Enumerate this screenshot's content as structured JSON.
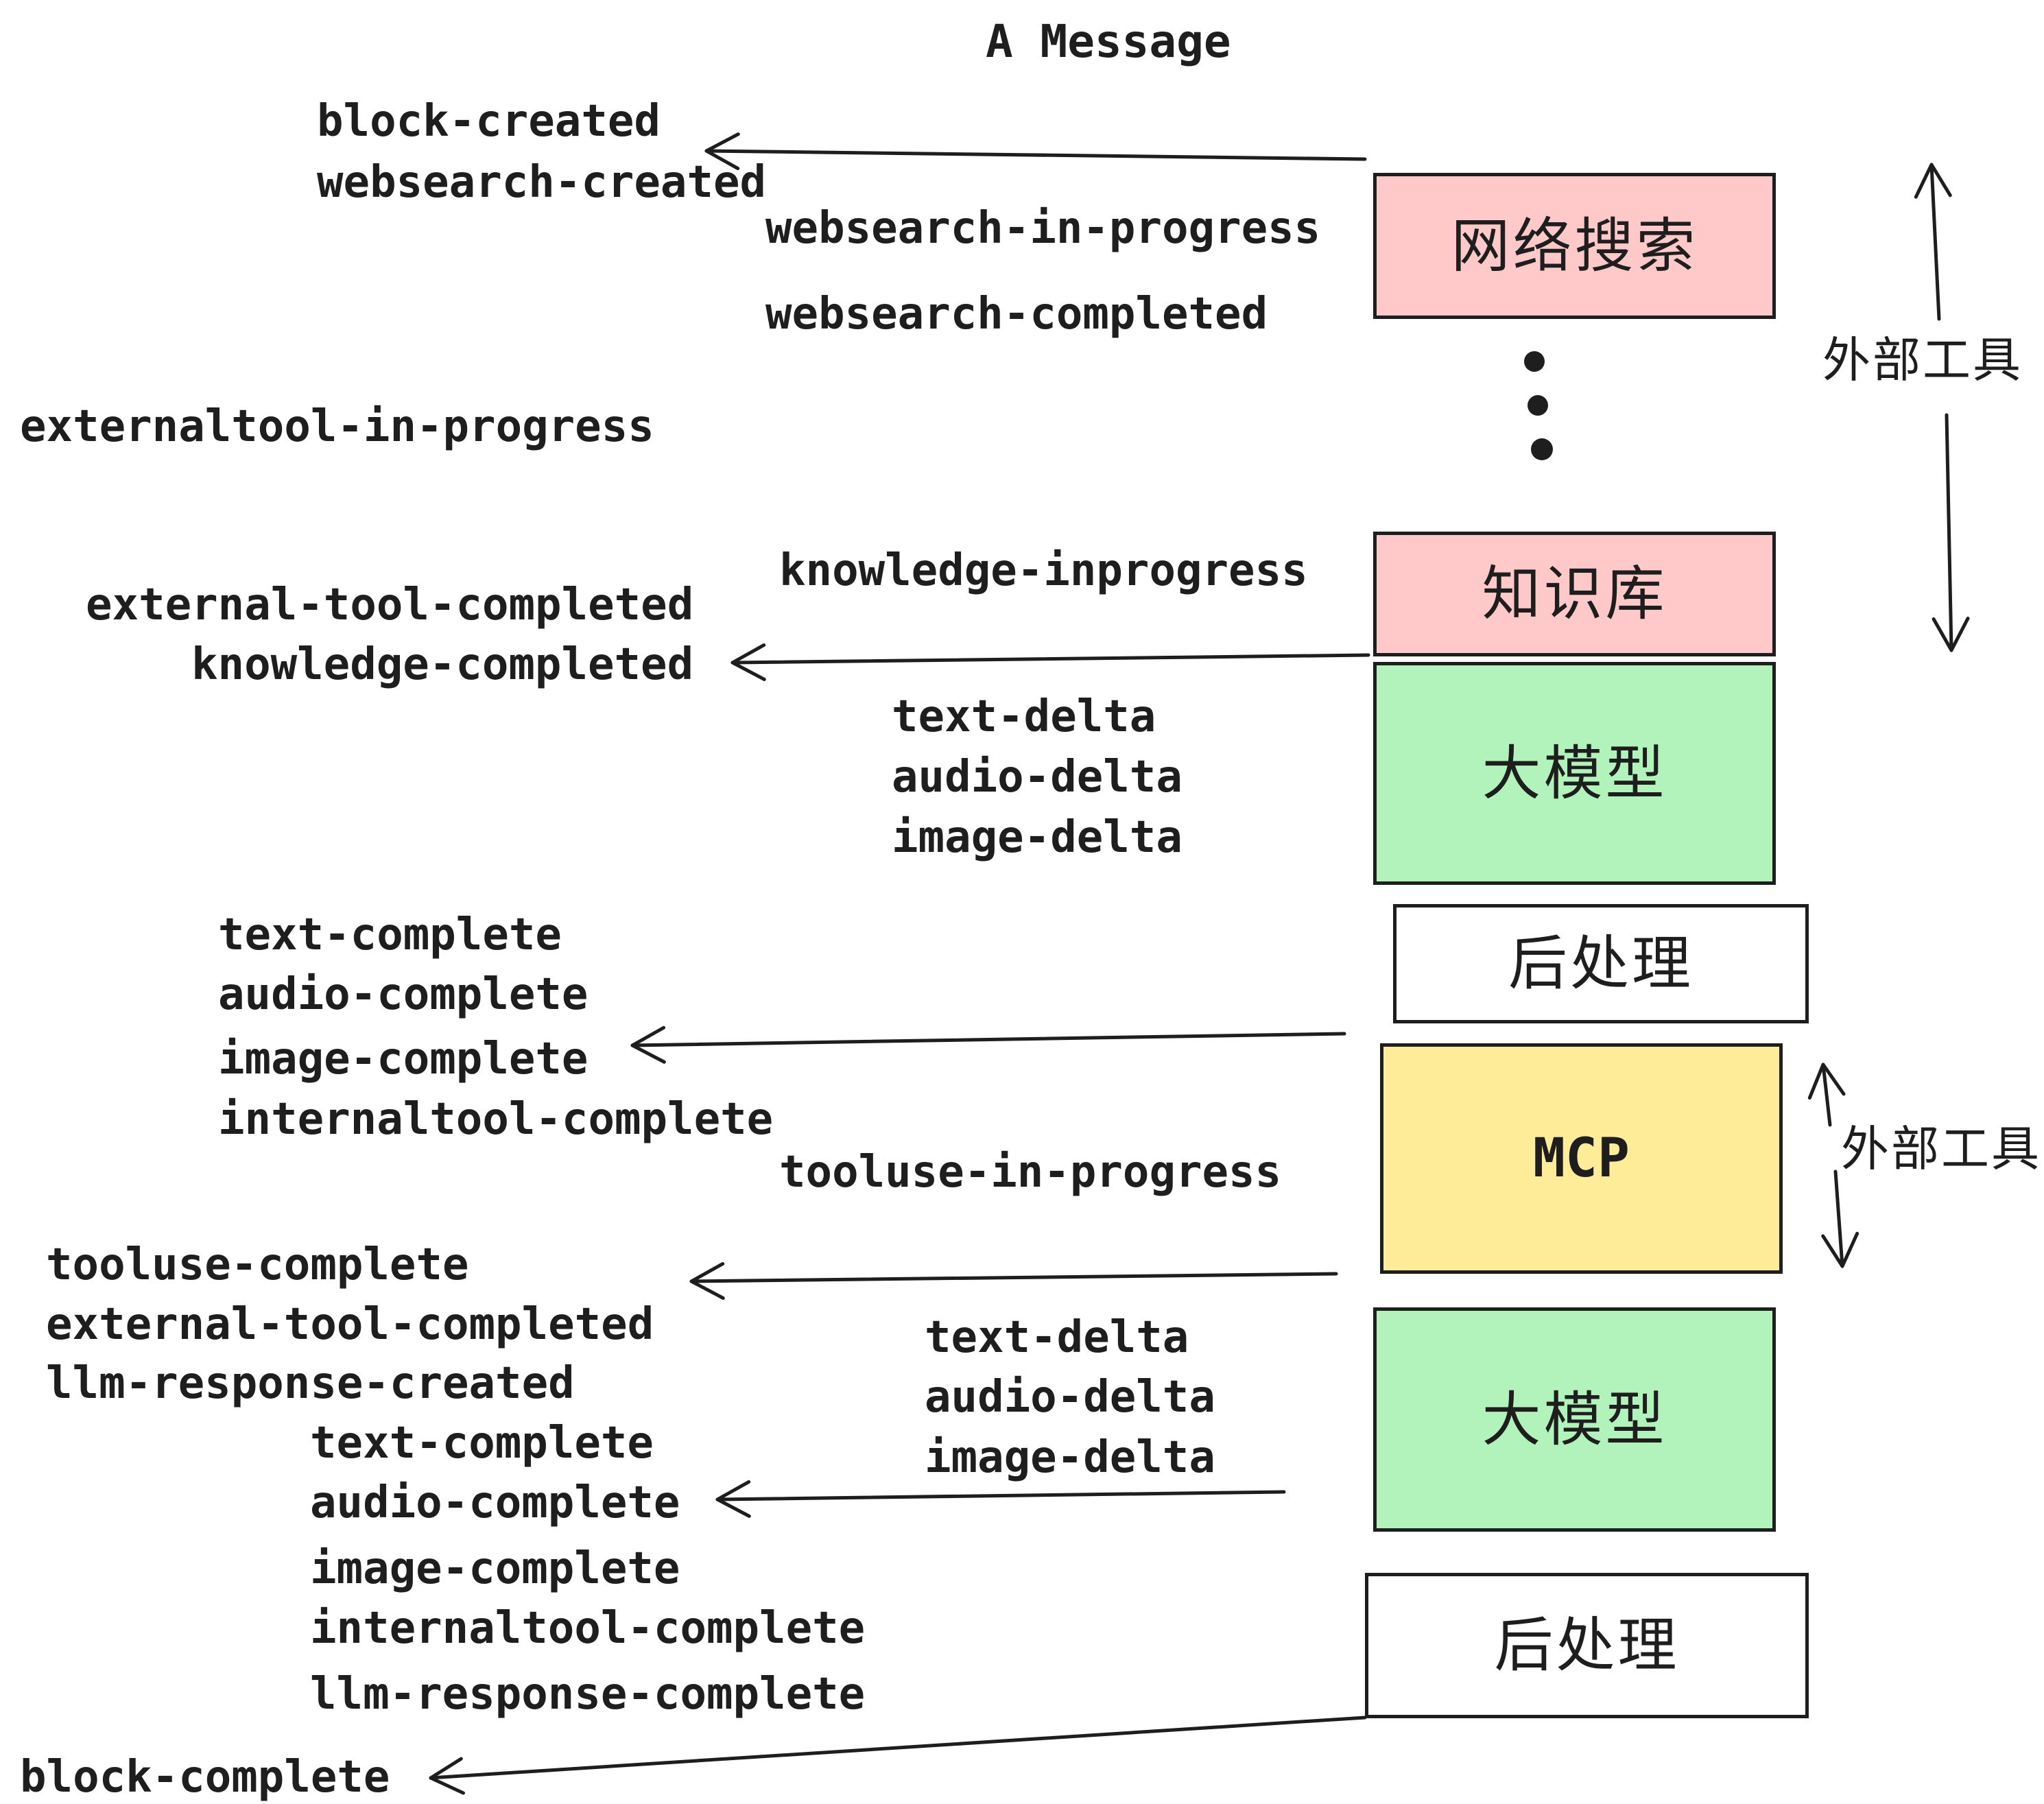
{
  "title": "A Message",
  "colors": {
    "stroke": "#1e1e1e",
    "box_pink": "#ffc9c9",
    "box_green": "#b2f2bb",
    "box_yellow": "#ffec99",
    "box_white": "#ffffff"
  },
  "boxes": [
    {
      "id": "websearch",
      "label": "网络搜索",
      "fill": "box_pink"
    },
    {
      "id": "knowledge",
      "label": "知识库",
      "fill": "box_pink"
    },
    {
      "id": "llm-1",
      "label": "大模型",
      "fill": "box_green"
    },
    {
      "id": "postprocess-1",
      "label": "后处理",
      "fill": "box_white"
    },
    {
      "id": "mcp",
      "label": "MCP",
      "fill": "box_yellow"
    },
    {
      "id": "llm-2",
      "label": "大模型",
      "fill": "box_green"
    },
    {
      "id": "postprocess-2",
      "label": "后处理",
      "fill": "box_white"
    }
  ],
  "side_labels": {
    "external_tools_top": "外部工具",
    "external_tools_mcp": "外部工具"
  },
  "events": {
    "block_created": "block-created",
    "websearch_created": "websearch-created",
    "websearch_in_progress": "websearch-in-progress",
    "websearch_completed": "websearch-completed",
    "externaltool_in_progress": "externaltool-in-progress",
    "knowledge_inprogress": "knowledge-inprogress",
    "external_tool_completed_1": "external-tool-completed",
    "knowledge_completed": "knowledge-completed",
    "text_delta_1": "text-delta",
    "audio_delta_1": "audio-delta",
    "image_delta_1": "image-delta",
    "text_complete_1": "text-complete",
    "audio_complete_1": "audio-complete",
    "image_complete_1": "image-complete",
    "internaltool_complete_1": "internaltool-complete",
    "tooluse_in_progress": "tooluse-in-progress",
    "tooluse_complete": "tooluse-complete",
    "external_tool_completed_2": "external-tool-completed",
    "llm_response_created": "llm-response-created",
    "text_delta_2": "text-delta",
    "audio_delta_2": "audio-delta",
    "image_delta_2": "image-delta",
    "text_complete_2": "text-complete",
    "audio_complete_2": "audio-complete",
    "image_complete_2": "image-complete",
    "internaltool_complete_2": "internaltool-complete",
    "llm_response_complete": "llm-response-complete",
    "block_complete": "block-complete"
  },
  "icons": {
    "ellipsis_dots": "vertical-ellipsis",
    "arrowhead": "v-shaped-left-arrow"
  }
}
